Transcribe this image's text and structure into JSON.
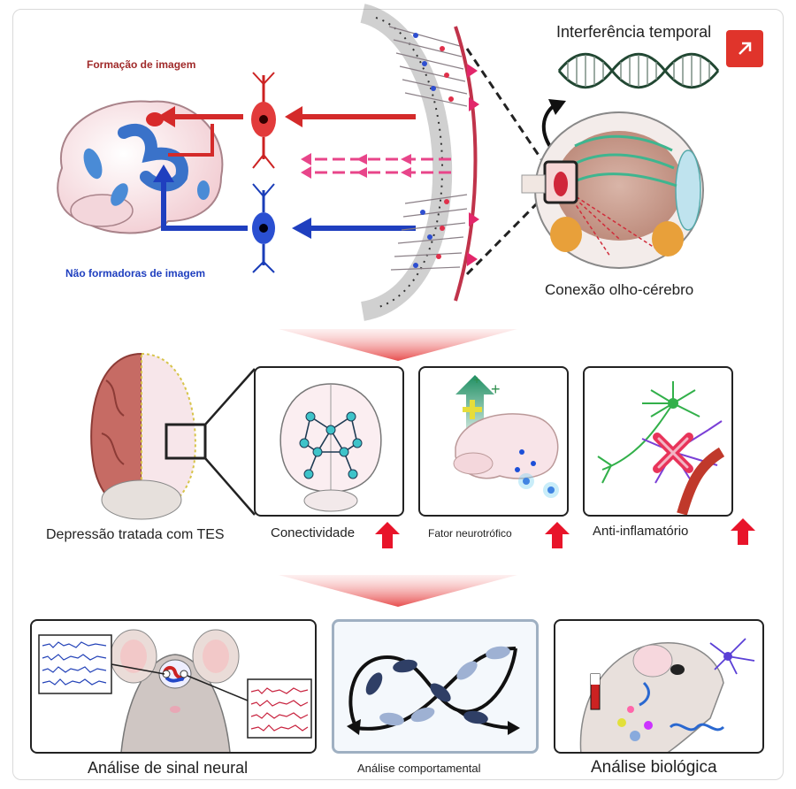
{
  "top": {
    "interference_label": "Interferência temporal",
    "image_forming_label": "Formação de imagem",
    "non_image_forming_label": "Não formadoras de imagem",
    "eye_brain_label": "Conexão olho-cérebro"
  },
  "middle": {
    "tes_label": "Depressão tratada com TES",
    "connectivity_label": "Conectividade",
    "neurotrophic_label": "Fator neurotrófico",
    "antiinflammatory_label": "Anti-inflamatório"
  },
  "bottom": {
    "neural_signal_label": "Análise de sinal neural",
    "behavioral_label": "Análise comportamental",
    "biological_label": "Análise biológica"
  },
  "colors": {
    "red_pathway": "#d42a2a",
    "blue_pathway": "#1f3fbf",
    "arrow_up": "#e8142a",
    "open_button": "#e0342b"
  },
  "icons": {
    "open_button": "external-link-icon"
  }
}
